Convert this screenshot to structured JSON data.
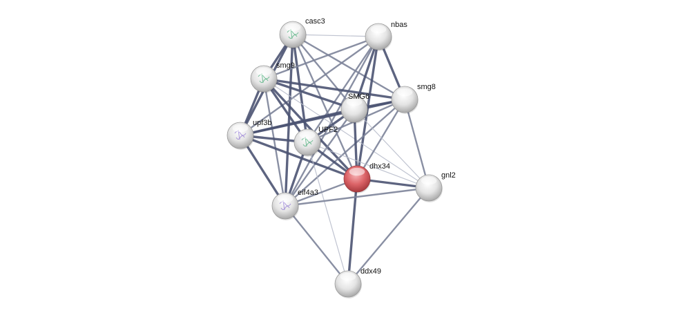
{
  "network": {
    "nodes": [
      {
        "id": "casc3",
        "label": "casc3",
        "color": "#e8e8e8",
        "structure": true
      },
      {
        "id": "nbas",
        "label": "nbas",
        "color": "#e8e8e8",
        "structure": false
      },
      {
        "id": "smg9",
        "label": "smg9",
        "color": "#e8e8e8",
        "structure": true
      },
      {
        "id": "smg8",
        "label": "smg8",
        "color": "#e8e8e8",
        "structure": false
      },
      {
        "id": "SMG6",
        "label": "SMG6",
        "color": "#e8e8e8",
        "structure": false
      },
      {
        "id": "upf3b",
        "label": "upf3b",
        "color": "#e8e8e8",
        "structure": true
      },
      {
        "id": "UPF2",
        "label": "UPF2",
        "color": "#e8e8e8",
        "structure": true
      },
      {
        "id": "dhx34",
        "label": "dhx34",
        "color": "#e06a70",
        "structure": false,
        "query": true
      },
      {
        "id": "gnl2",
        "label": "gnl2",
        "color": "#e8e8e8",
        "structure": false
      },
      {
        "id": "eif4a3",
        "label": "eif4a3",
        "color": "#e8e8e8",
        "structure": true
      },
      {
        "id": "ddx49",
        "label": "ddx49",
        "color": "#e8e8e8",
        "structure": false
      }
    ],
    "edges": [
      [
        "casc3",
        "nbas",
        1
      ],
      [
        "casc3",
        "smg9",
        3
      ],
      [
        "casc3",
        "upf3b",
        3
      ],
      [
        "casc3",
        "UPF2",
        3
      ],
      [
        "casc3",
        "eif4a3",
        3
      ],
      [
        "casc3",
        "SMG6",
        2
      ],
      [
        "casc3",
        "smg8",
        2
      ],
      [
        "casc3",
        "dhx34",
        2
      ],
      [
        "nbas",
        "smg9",
        2
      ],
      [
        "nbas",
        "SMG6",
        3
      ],
      [
        "nbas",
        "smg8",
        3
      ],
      [
        "nbas",
        "UPF2",
        2
      ],
      [
        "nbas",
        "dhx34",
        3
      ],
      [
        "nbas",
        "upf3b",
        2
      ],
      [
        "nbas",
        "eif4a3",
        2
      ],
      [
        "smg9",
        "smg8",
        3
      ],
      [
        "smg9",
        "SMG6",
        3
      ],
      [
        "smg9",
        "upf3b",
        3
      ],
      [
        "smg9",
        "UPF2",
        3
      ],
      [
        "smg9",
        "eif4a3",
        2
      ],
      [
        "smg9",
        "dhx34",
        3
      ],
      [
        "smg9",
        "gnl2",
        1
      ],
      [
        "smg8",
        "SMG6",
        3
      ],
      [
        "smg8",
        "upf3b",
        3
      ],
      [
        "smg8",
        "UPF2",
        2
      ],
      [
        "smg8",
        "dhx34",
        2
      ],
      [
        "smg8",
        "gnl2",
        2
      ],
      [
        "smg8",
        "eif4a3",
        2
      ],
      [
        "SMG6",
        "upf3b",
        3
      ],
      [
        "SMG6",
        "UPF2",
        3
      ],
      [
        "SMG6",
        "dhx34",
        3
      ],
      [
        "SMG6",
        "eif4a3",
        2
      ],
      [
        "SMG6",
        "gnl2",
        1
      ],
      [
        "upf3b",
        "UPF2",
        3
      ],
      [
        "upf3b",
        "eif4a3",
        3
      ],
      [
        "upf3b",
        "dhx34",
        3
      ],
      [
        "UPF2",
        "eif4a3",
        3
      ],
      [
        "UPF2",
        "dhx34",
        3
      ],
      [
        "UPF2",
        "gnl2",
        1
      ],
      [
        "UPF2",
        "ddx49",
        1
      ],
      [
        "dhx34",
        "gnl2",
        3
      ],
      [
        "dhx34",
        "eif4a3",
        2
      ],
      [
        "dhx34",
        "ddx49",
        3
      ],
      [
        "gnl2",
        "eif4a3",
        2
      ],
      [
        "gnl2",
        "ddx49",
        2
      ],
      [
        "eif4a3",
        "ddx49",
        2
      ]
    ]
  }
}
